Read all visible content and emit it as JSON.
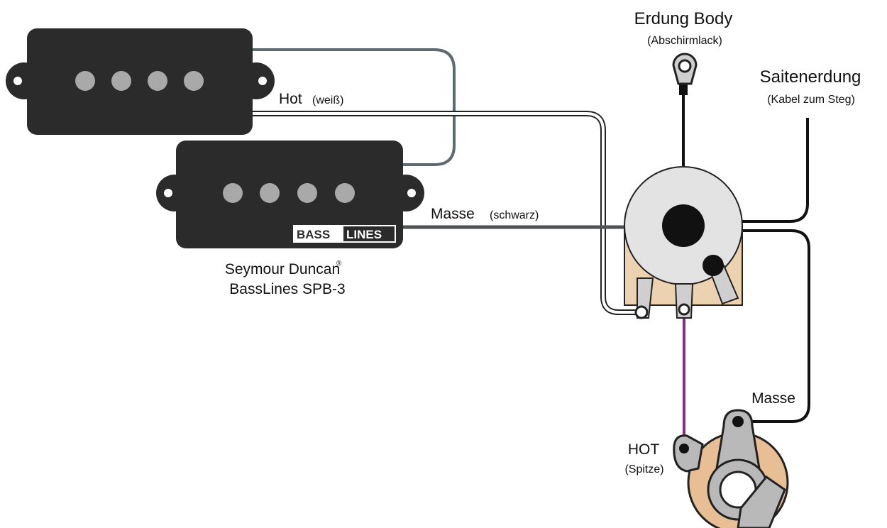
{
  "labels": {
    "erdung_body": "Erdung Body",
    "erdung_body_sub": "(Abschirmlack)",
    "saitenerdung": "Saitenerdung",
    "saitenerdung_sub": "(Kabel zum Steg)",
    "hot": "Hot",
    "hot_sub": "(weiß)",
    "masse": "Masse",
    "masse_sub": "(schwarz)",
    "jack_masse": "Masse",
    "jack_hot": "HOT",
    "jack_hot_sub": "(Spitze)",
    "pickup_brand": "Seymour Duncan",
    "pickup_registered": "®",
    "pickup_model": "BassLines SPB-3",
    "logo_bass": "BASS",
    "logo_lines": "LINES"
  },
  "colors": {
    "pickup_body": "#2b2b2b",
    "pole_piece": "#a9a9a9",
    "connector_wire": "#5f6a6f",
    "ground_wire": "#4f5254",
    "hot_to_jack_wire": "#8b2a7e",
    "pot_body": "#e3e3e3",
    "pot_base": "#ecd2b0",
    "jack_insulator": "#e8bf95",
    "black_wire": "#111111"
  }
}
